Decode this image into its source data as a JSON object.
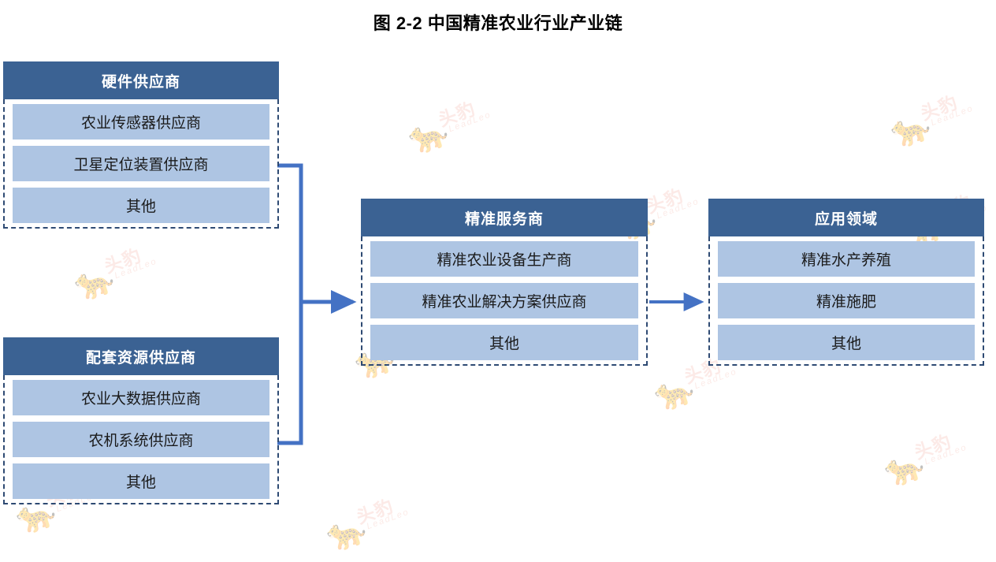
{
  "title": "图 2-2 中国精准农业行业产业链",
  "colors": {
    "header_bg": "#3B6293",
    "item_bg": "#AEC5E3",
    "border": "#2E4A73",
    "connector": "#4472C4",
    "watermark": "#f6bdb2",
    "background": "#FFFFFF"
  },
  "groups": [
    {
      "id": "hardware",
      "header": "硬件供应商",
      "items": [
        "农业传感器供应商",
        "卫星定位装置供应商",
        "其他"
      ]
    },
    {
      "id": "support",
      "header": "配套资源供应商",
      "items": [
        "农业大数据供应商",
        "农机系统供应商",
        "其他"
      ]
    },
    {
      "id": "service",
      "header": "精准服务商",
      "items": [
        "精准农业设备生产商",
        "精准农业解决方案供应商",
        "其他"
      ]
    },
    {
      "id": "application",
      "header": "应用领域",
      "items": [
        "精准水产养殖",
        "精准施肥",
        "其他"
      ]
    }
  ],
  "connectors": [
    {
      "name": "hardware-to-service",
      "from": "hardware",
      "to": "service",
      "style": "bracket-arrow"
    },
    {
      "name": "support-to-service",
      "from": "support",
      "to": "service",
      "style": "bracket-arrow"
    },
    {
      "name": "service-to-application",
      "from": "service",
      "to": "application",
      "style": "arrow"
    }
  ],
  "watermark": {
    "mark": "🐆",
    "cn": "头豹",
    "en": "LeadLeo"
  }
}
